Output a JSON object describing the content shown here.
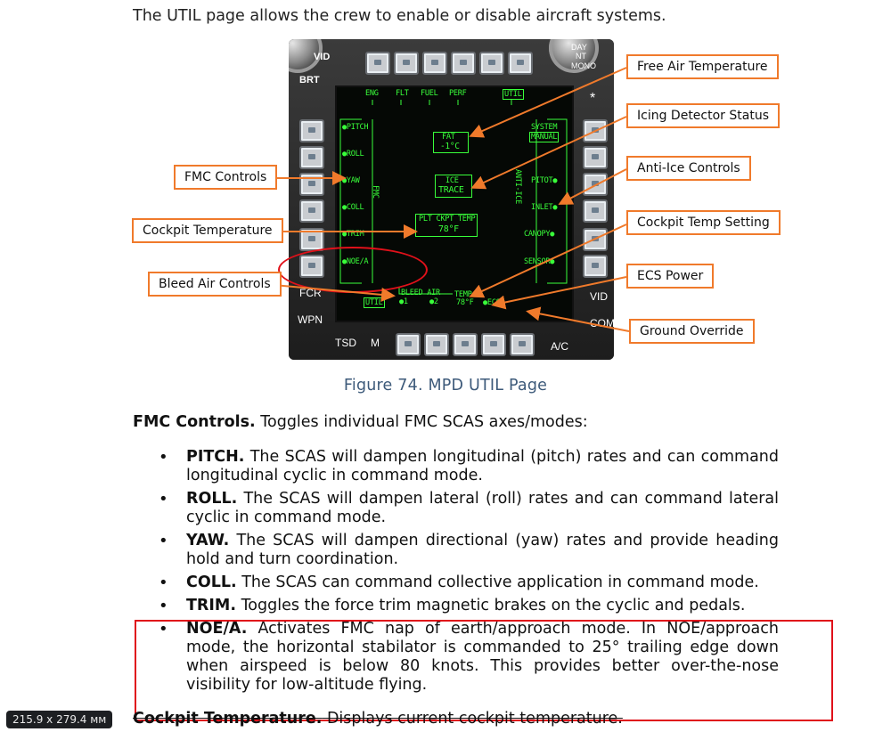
{
  "intro": "The UTIL page allows the crew to enable or disable aircraft systems.",
  "figure": {
    "caption": "Figure 74. MPD UTIL Page",
    "bezel_labels": {
      "vid_top": "VID",
      "brt": "BRT",
      "day": "DAY",
      "nt": "NT",
      "mono": "MONO",
      "fcr": "FCR",
      "wpn": "WPN",
      "vid_right": "VID",
      "com": "COM",
      "tsd": "TSD",
      "m": "M",
      "ac": "A/C",
      "star": "*"
    },
    "screen": {
      "top_tabs": [
        "ENG",
        "FLT",
        "FUEL",
        "PERF",
        "UTIL"
      ],
      "left_items": [
        "PITCH",
        "ROLL",
        "YAW",
        "COLL",
        "TRIM",
        "NOE/A"
      ],
      "fmc_vertical": "FMC",
      "right_items": [
        "PITOT",
        "INLET",
        "CANOPY",
        "SENSOR"
      ],
      "anti_ice_vertical": "ANTI-ICE",
      "system_label": "SYSTEM",
      "manual_label": "MANUAL",
      "fat_label": "FAT",
      "fat_value": "-1°C",
      "ice_label": "ICE",
      "ice_value": "TRACE",
      "cockpit_temp_label": "PLT CKPT TEMP",
      "cockpit_temp_value": "78°F",
      "bleed_air_label": "BLEED AIR",
      "bleed_1": "1",
      "bleed_2": "2",
      "temp_label": "TEMP",
      "temp_value": "78°F",
      "ecs_label": "ECS",
      "util_bottom": "UTIL"
    },
    "callouts": {
      "free_air_temp": "Free Air Temperature",
      "icing_detector": "Icing Detector Status",
      "fmc_controls": "FMC Controls",
      "anti_ice_controls": "Anti-Ice Controls",
      "cockpit_temperature": "Cockpit Temperature",
      "cockpit_temp_setting": "Cockpit Temp Setting",
      "bleed_air_controls": "Bleed Air Controls",
      "ecs_power": "ECS Power",
      "ground_override": "Ground Override"
    },
    "colors": {
      "symbology": "#39ff3a",
      "callout_border": "#f07a2b",
      "highlight": "#e0111a"
    }
  },
  "fmc_section": {
    "title": "FMC Controls.",
    "text": " Toggles individual FMC SCAS axes/modes:"
  },
  "bullets": [
    {
      "term": "PITCH.",
      "text": " The SCAS will dampen longitudinal (pitch) rates and can command longitudinal cyclic in command mode."
    },
    {
      "term": "ROLL.",
      "text": " The SCAS will dampen lateral (roll) rates and can command lateral cyclic in command mode."
    },
    {
      "term": "YAW.",
      "text": " The SCAS will dampen directional (yaw) rates and provide heading hold and turn coordination."
    },
    {
      "term": "COLL.",
      "text": " The SCAS can command collective application in command mode."
    },
    {
      "term": "TRIM.",
      "text": " Toggles the force trim magnetic brakes on the cyclic and pedals."
    },
    {
      "term": "NOE/A.",
      "text": " Activates FMC nap of earth/approach mode. In NOE/approach mode, the horizontal stabilator is commanded to 25° trailing edge down when airspeed is below 80 knots. This provides better over-the-nose visibility for low-altitude flying."
    }
  ],
  "cockpit_section": {
    "title": "Cockpit Temperature.",
    "text": " Displays current cockpit temperature."
  },
  "page_size_badge": "215.9 x 279.4 мм"
}
